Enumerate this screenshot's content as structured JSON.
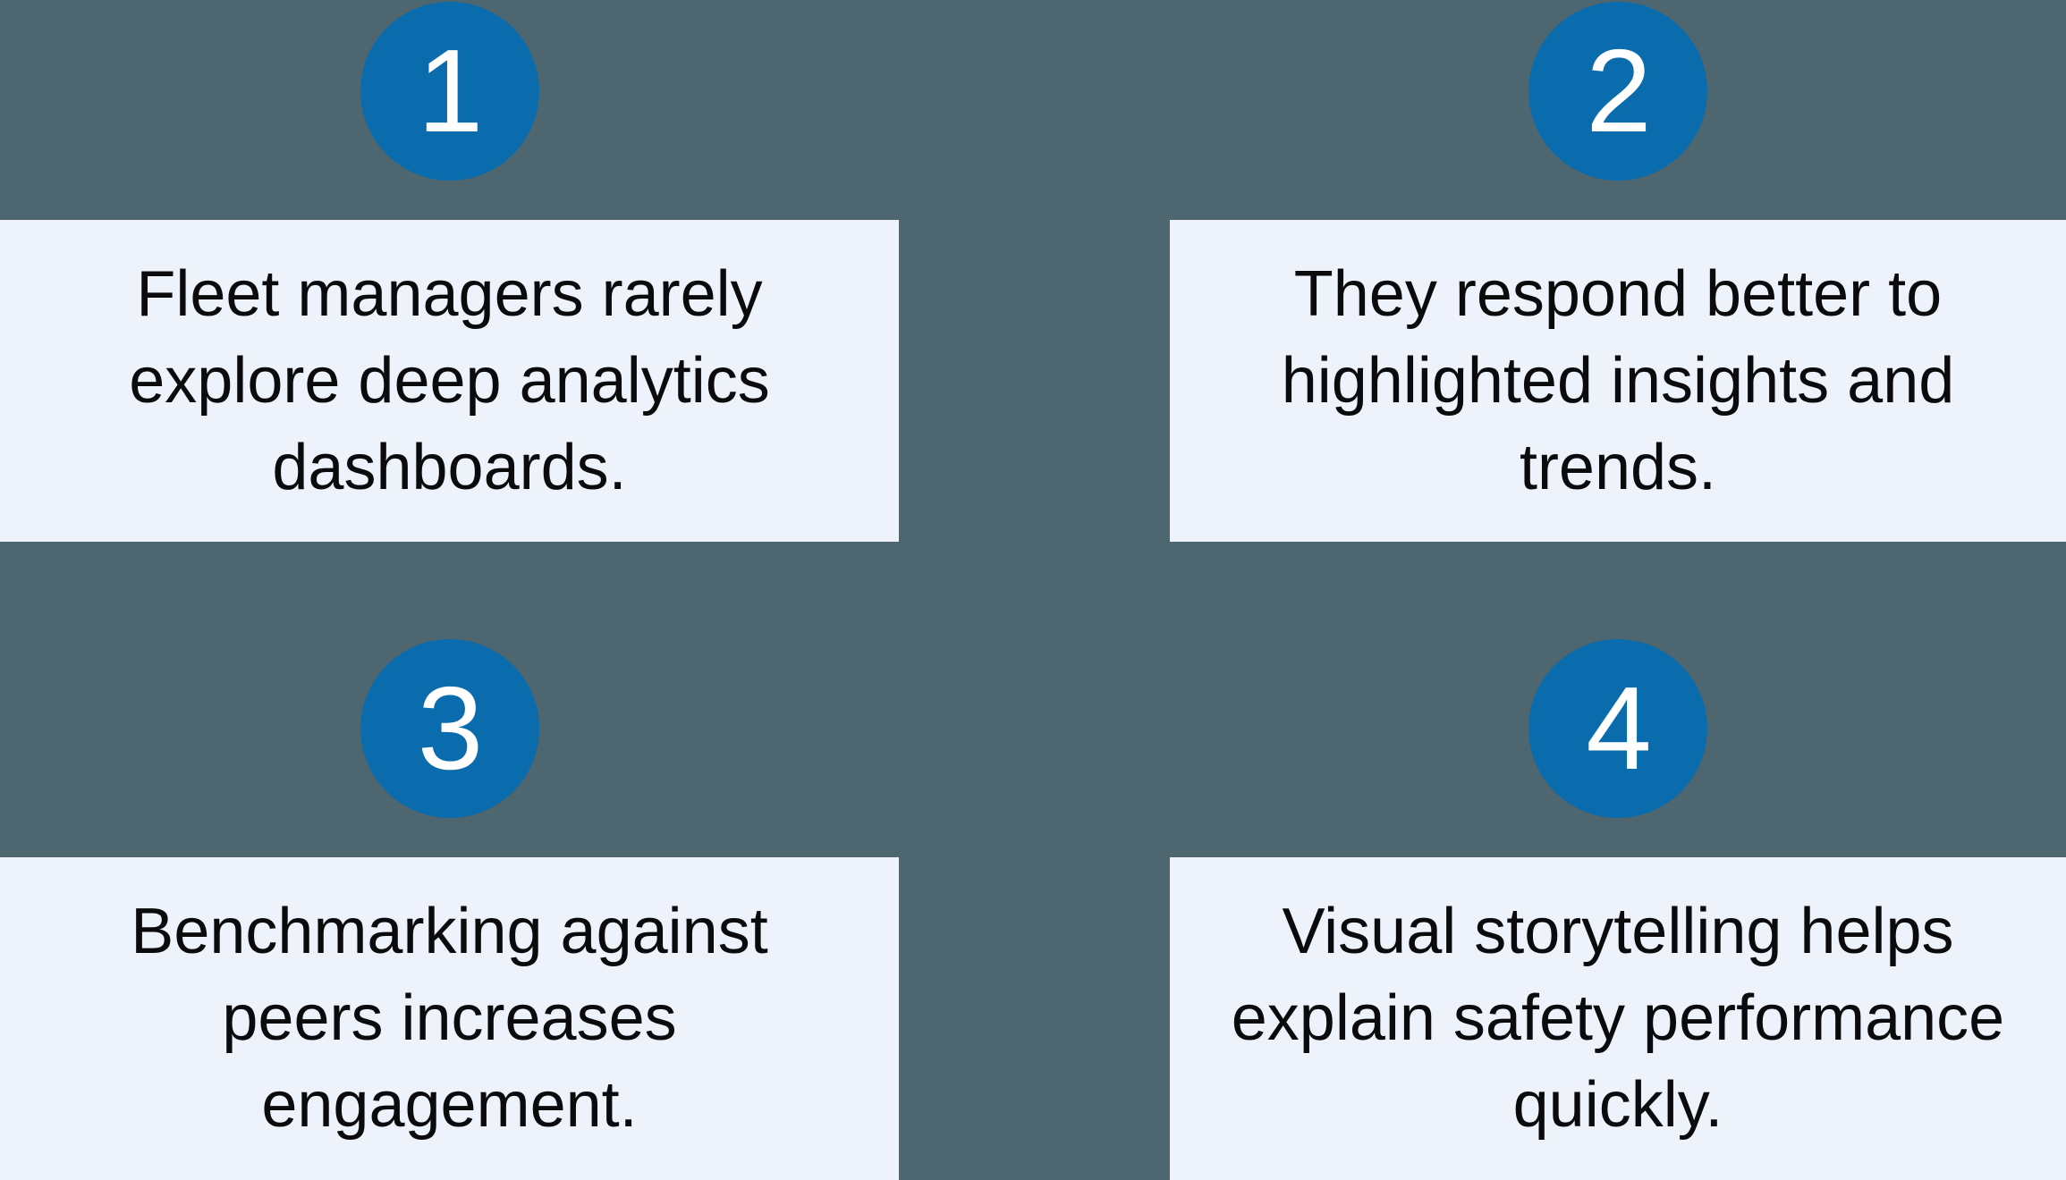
{
  "theme": {
    "background": "#4d6670",
    "card_bg": "#eef3fb",
    "badge_bg": "#0b6cad",
    "badge_text": "#ffffff",
    "text_color": "#0b0b0d"
  },
  "items": [
    {
      "number": "1",
      "lines": [
        "Fleet managers rarely",
        "explore deep analytics",
        "dashboards."
      ]
    },
    {
      "number": "2",
      "lines": [
        "They respond better to",
        "highlighted insights and",
        "trends."
      ]
    },
    {
      "number": "3",
      "lines": [
        "Benchmarking against",
        "peers increases",
        "engagement."
      ]
    },
    {
      "number": "4",
      "lines": [
        "Visual storytelling helps",
        "explain safety performance",
        "quickly."
      ]
    }
  ]
}
